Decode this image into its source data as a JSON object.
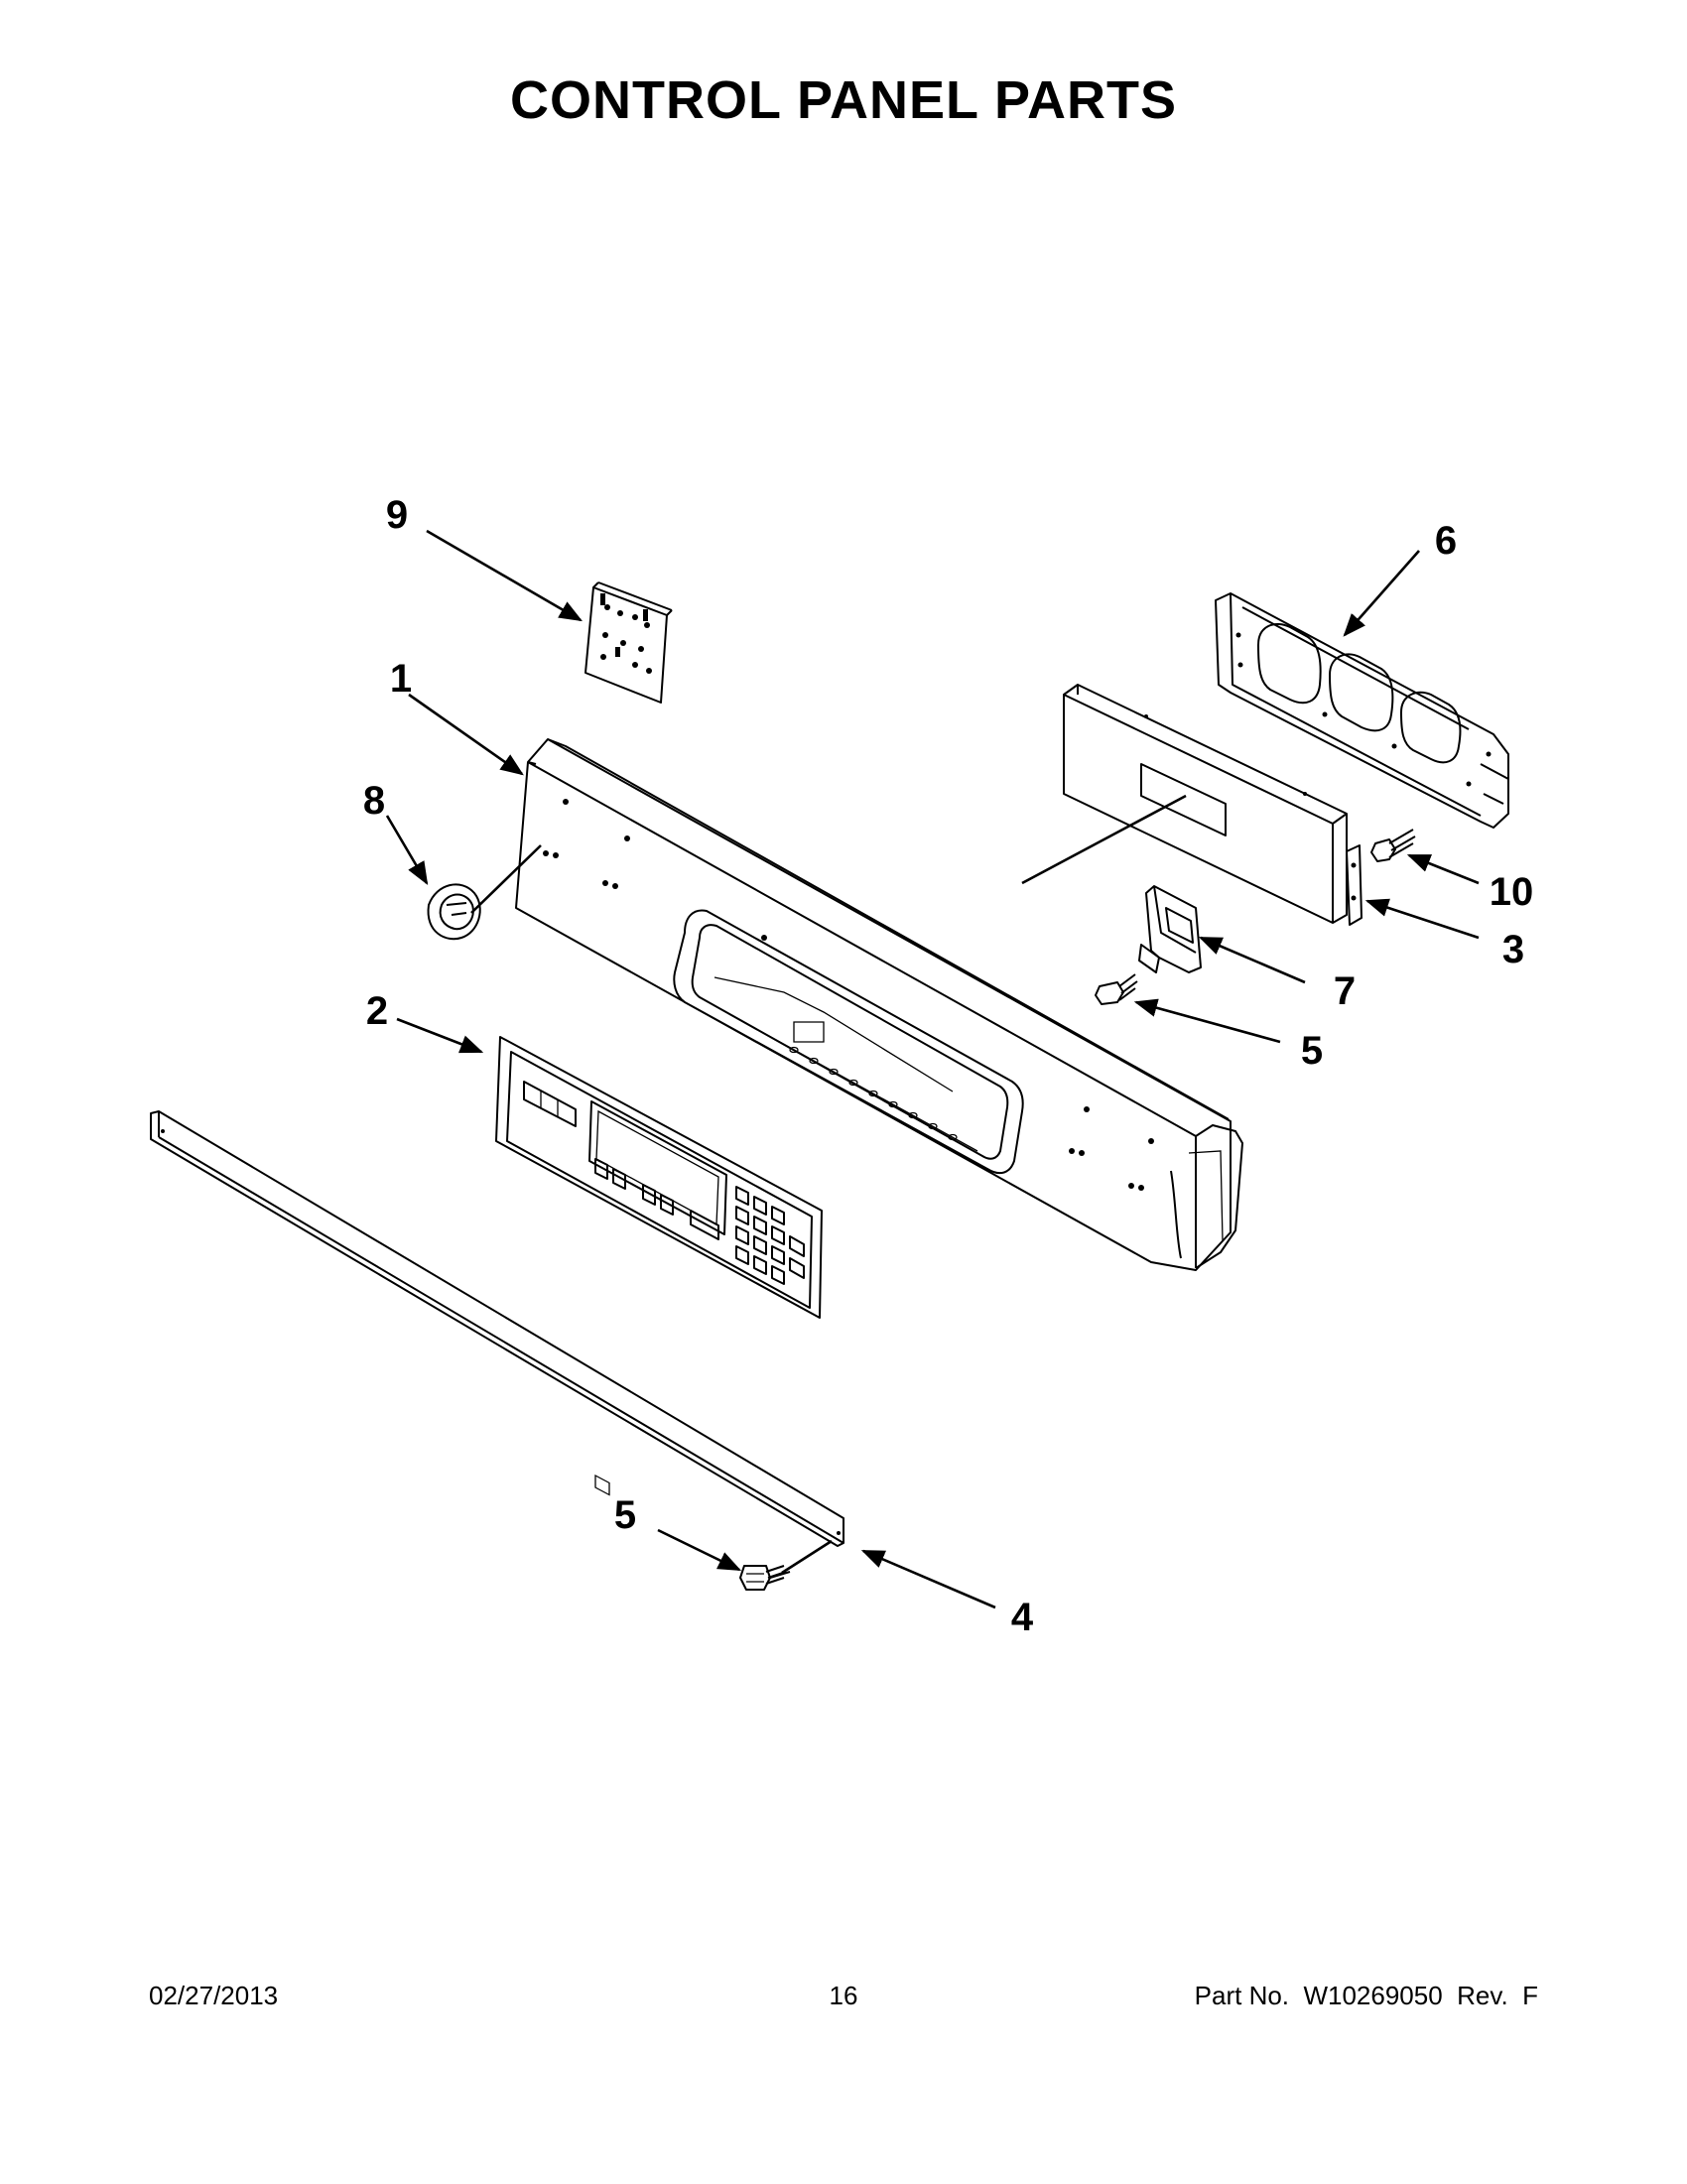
{
  "title": "CONTROL PANEL PARTS",
  "callouts": [
    {
      "id": "9",
      "label": "9"
    },
    {
      "id": "1",
      "label": "1"
    },
    {
      "id": "8",
      "label": "8"
    },
    {
      "id": "2",
      "label": "2"
    },
    {
      "id": "6",
      "label": "6"
    },
    {
      "id": "10",
      "label": "10"
    },
    {
      "id": "3",
      "label": "3"
    },
    {
      "id": "7",
      "label": "7"
    },
    {
      "id": "5a",
      "label": "5"
    },
    {
      "id": "5b",
      "label": "5"
    },
    {
      "id": "4",
      "label": "4"
    }
  ],
  "footer": {
    "date": "02/27/2013",
    "page": "16",
    "part_no": "Part No.  W10269050  Rev.  F"
  }
}
